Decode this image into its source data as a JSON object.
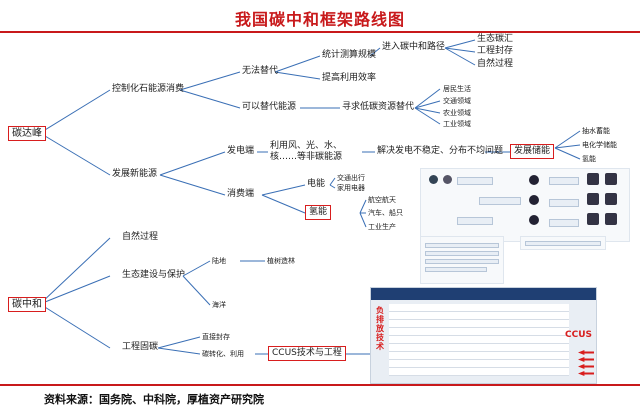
{
  "title": "我国碳中和框架路线图",
  "source": "资料来源：国务院、中科院，厚植资产研究院",
  "roots": {
    "peak": "碳达峰",
    "neutral": "碳中和"
  },
  "peak": {
    "control": "控制化石能源消费",
    "cannot_replace": "无法替代",
    "calc": "统计测算规模",
    "enter_path": "进入碳中和路径",
    "eco_sink": "生态碳汇",
    "eng_storage": "工程封存",
    "nature_process": "自然过程",
    "improve_eff": "提高利用效率",
    "can_replace": "可以替代能源",
    "seek_low": "寻求低碳资源替代",
    "sectors": [
      "居民生活",
      "交通领域",
      "农业领域",
      "工业领域"
    ],
    "new_energy": "发展新能源",
    "gen_side": "发电端",
    "renewables": "利用风、光、水、核……等非碳能源",
    "solve": "解决发电不稳定、分布不均问题",
    "storage_dev": "发展储能",
    "storage_types": [
      "抽水蓄能",
      "电化学储能",
      "氢能"
    ],
    "consume_side": "消费端",
    "electric": "电能",
    "electric_uses": [
      "交通出行",
      "家用电器"
    ],
    "hydrogen": "氢能",
    "hydrogen_uses": [
      "航空航天",
      "汽车、船只",
      "工业生产"
    ]
  },
  "neutral": {
    "natural": "自然过程",
    "eco_build": "生态建设与保护",
    "land": "陆地",
    "ocean": "海洋",
    "plant": "植树造林",
    "engineering": "工程固碳",
    "direct_store": "直接封存",
    "convert_use": "碳转化、利用",
    "ccus": "CCUS技术与工程"
  },
  "table": {
    "side_label": "负排放技术",
    "tag": "CCUS"
  }
}
